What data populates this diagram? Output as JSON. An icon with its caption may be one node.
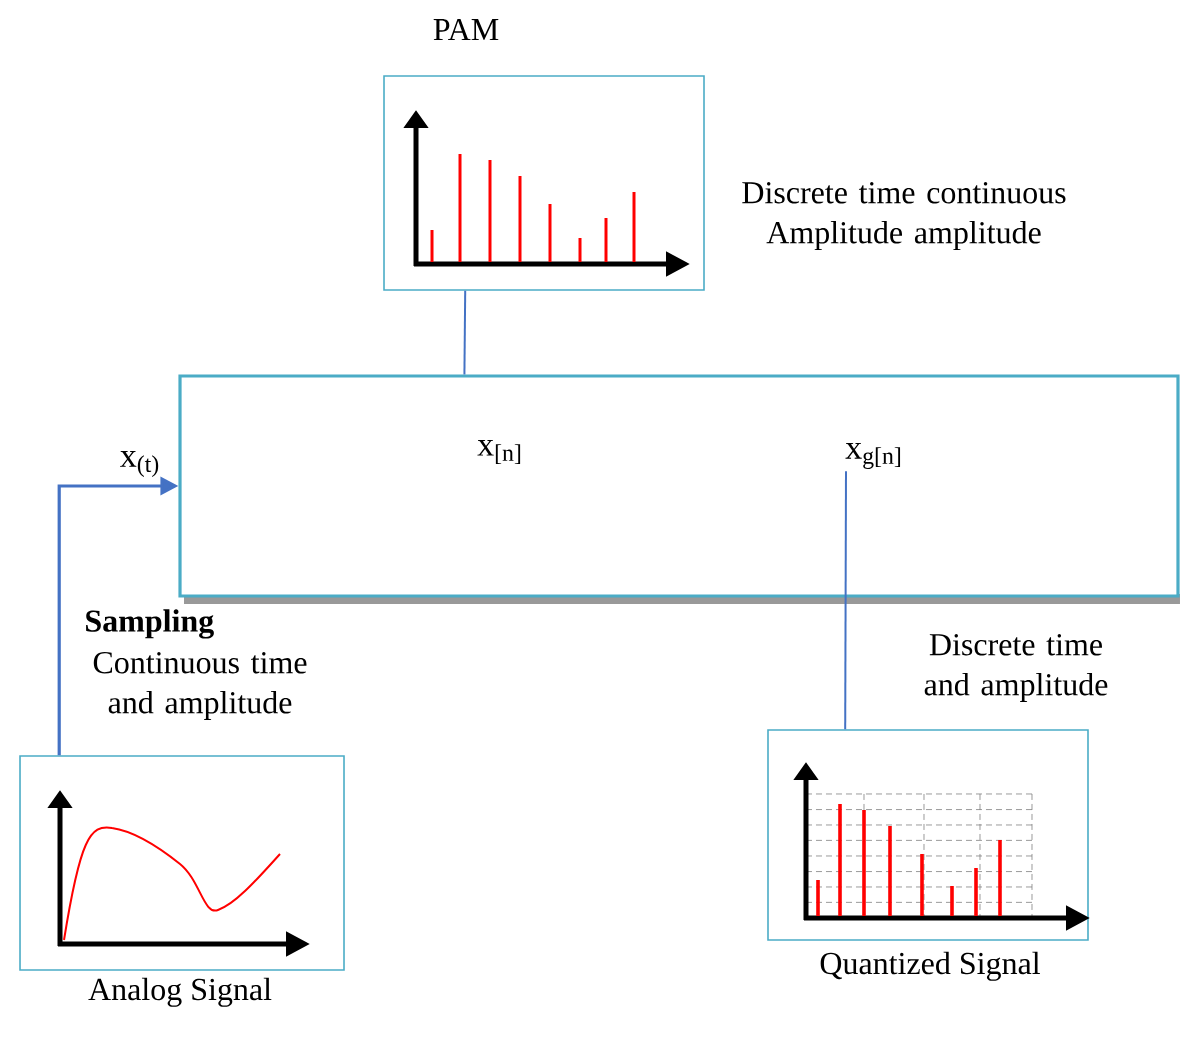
{
  "diagram": {
    "nodes": [
      {
        "text": [],
        "shape": "box"
      },
      {
        "text": [
          "x$_{[n]}$"
        ],
        "in": 0
      },
      {
        "text": [
          "x$_{g[n]}$"
        ],
        "in": 0
      },
      {
        "text": [
          "PAM"
        ],
        "beside": [
          "Discrete time continuous Amplitude amplitude"
        ]
      },
      {
        "text": [
          "Analog Signal"
        ],
        "beside": [
          "Sampling",
          "Continuous time and amplitude"
        ]
      },
      {
        "text": [
          "Quantized Signal"
        ],
        "beside": [
          "Discrete time and amplitude"
        ]
      }
    ],
    "edges": [
      {
        "from": 3,
        "to": 0,
        "arrow": "none"
      },
      {
        "from": 4,
        "to": 0,
        "arrow": "to",
        "label": "x$_{(t)}$"
      },
      {
        "from": 2,
        "to": 5,
        "arrow": "none"
      }
    ]
  }
}
